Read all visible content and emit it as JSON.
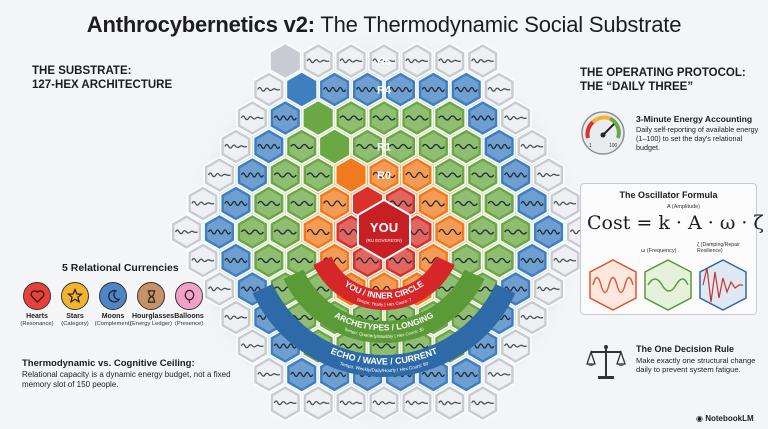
{
  "header": {
    "title_bold": "Anthrocybernetics v2:",
    "title_rest": " The Thermodynamic Social Substrate"
  },
  "left": {
    "heading_line1": "THE SUBSTRATE:",
    "heading_line2": "127-HEX ARCHITECTURE",
    "currencies_title": "5 Relational Currencies",
    "currencies": [
      {
        "name": "Hearts",
        "sub": "(Resonance)",
        "icon": "heart-icon",
        "color": "#e8413c"
      },
      {
        "name": "Stars",
        "sub": "(Category)",
        "icon": "star-icon",
        "color": "#f2b430"
      },
      {
        "name": "Moons",
        "sub": "(Complement)",
        "icon": "moon-icon",
        "color": "#4d86c8"
      },
      {
        "name": "Hourglasses",
        "sub": "(Energy Ledger)",
        "icon": "hourglass-icon",
        "color": "#c89268"
      },
      {
        "name": "Balloons",
        "sub": "(Presence)",
        "icon": "balloon-icon",
        "color": "#f3a0c8"
      }
    ],
    "ceiling_title": "Thermodynamic vs. Cognitive Ceiling:",
    "ceiling_text": "Relational capacity is a dynamic energy budget, not a fixed memory slot of 150 people."
  },
  "diagram": {
    "ring_labels": [
      "R6",
      "R4",
      "R1",
      "R0"
    ],
    "center": {
      "title": "YOU",
      "sub": "(RU EDVEREON)"
    },
    "bands": [
      {
        "title": "YOU / INNER CIRCLE",
        "sub": "Tempo: Yearly | Hex Count: 7",
        "color": "#d6262a"
      },
      {
        "title": "ARCHETYPES / LONGING",
        "sub": "Tempo: Quarterly/Monthly | Hex Count: 30",
        "color": "#5a9a37"
      },
      {
        "title": "ECHO / WAVE / CURRENT",
        "sub": "Tempo: Weekly/Daily/Hourly | Hex Count: 90",
        "color": "#2f6aa8"
      }
    ],
    "colors": {
      "red": "#d8322b",
      "orange": "#f07a1d",
      "green": "#6aa844",
      "blue": "#3f7fc0",
      "gray": "#8a9099"
    }
  },
  "right": {
    "heading_line1": "THE OPERATING PROTOCOL:",
    "heading_line2": "THE “DAILY THREE”",
    "energy_title": "3-Minute Energy Accounting",
    "energy_text": "Daily self-reporting of available energy (1–100) to set the day's relational budget.",
    "gauge_min": "1",
    "gauge_max": "100",
    "oscillator_title": "The Oscillator Formula",
    "formula": "Cost = k · A · ω · ζ",
    "amp_label": "A (Amplitude)",
    "freq_label": "ω (Frequency)",
    "damp_label": "ζ (Damping/Repair Resilience)",
    "rule_title": "The One Decision Rule",
    "rule_text": "Make exactly one structural change daily to prevent system fatigue."
  },
  "footer": {
    "brand": "NotebookLM"
  }
}
